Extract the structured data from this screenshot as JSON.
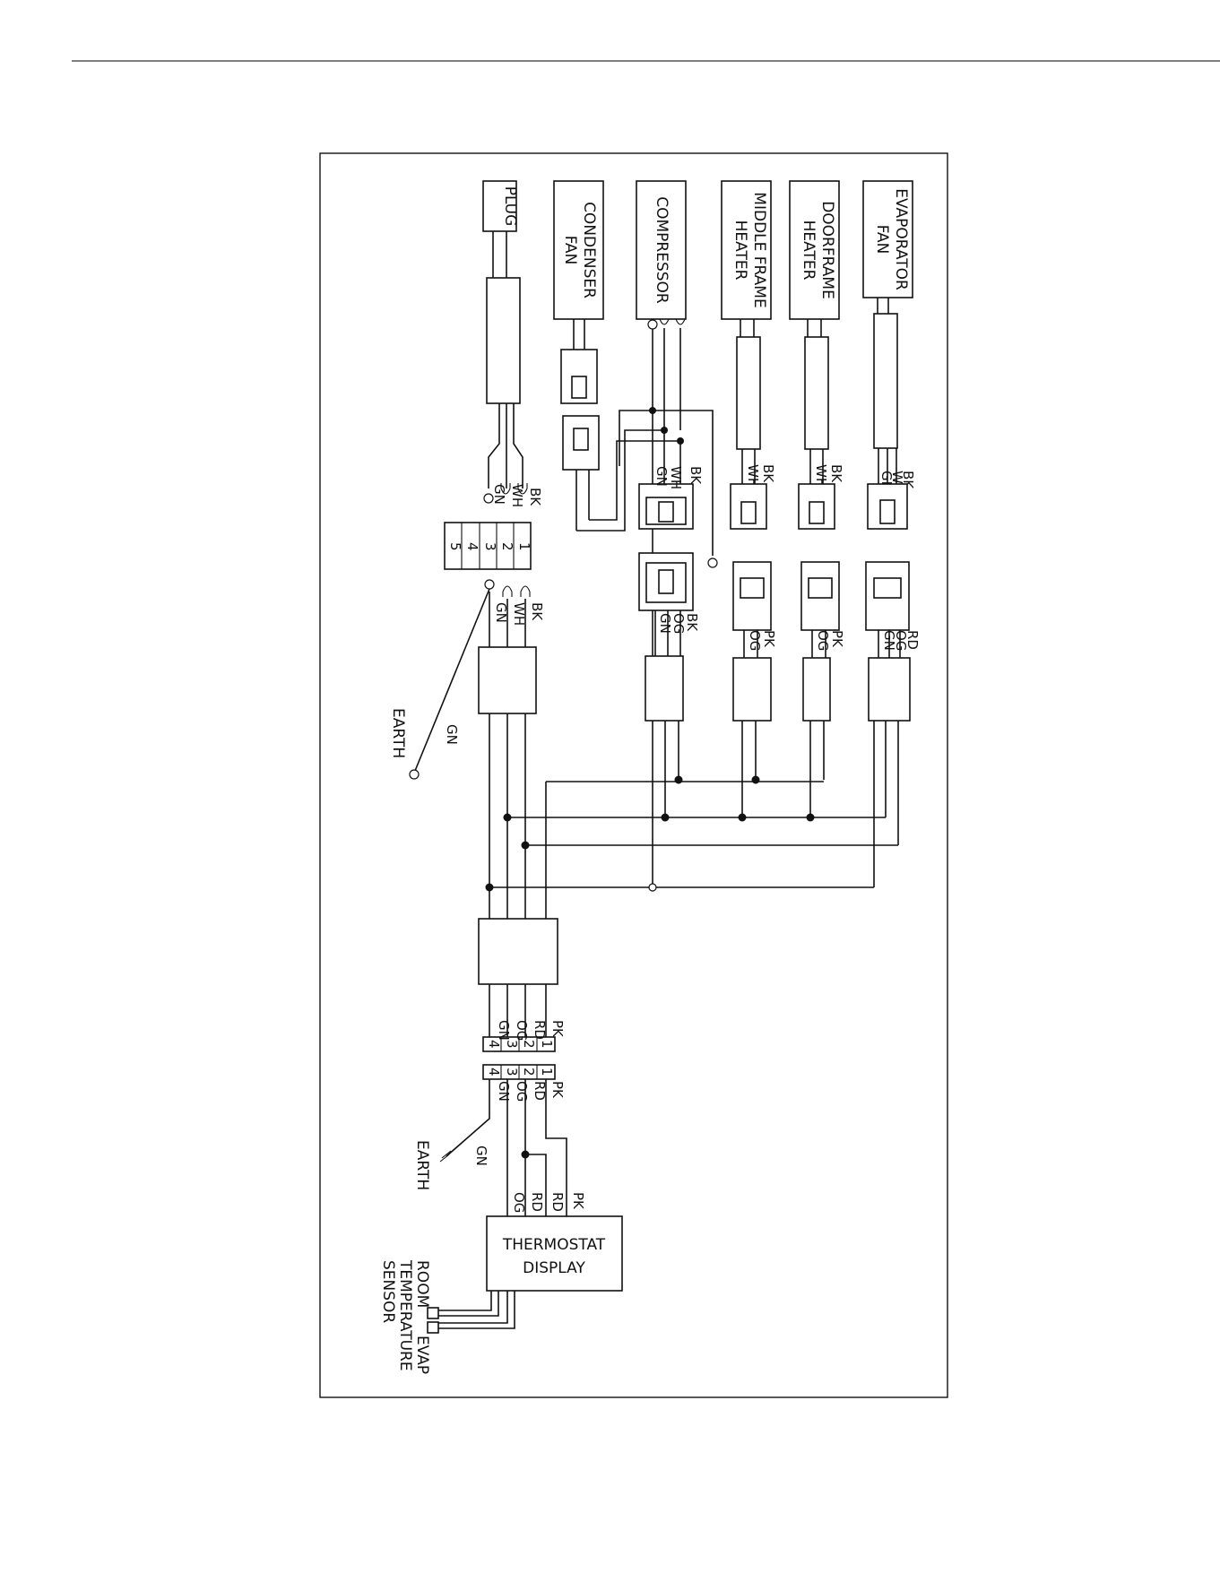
{
  "components": {
    "plug": "PLUG",
    "condenser_fan": [
      "CONDENSER",
      "FAN"
    ],
    "compressor": "COMPRESSOR",
    "middle_frame_heater": [
      "MIDDLE FRAME",
      "HEATER"
    ],
    "doorframe_heater": [
      "DOORFRAME",
      "HEATER"
    ],
    "evaporator_fan": [
      "EVAPORATOR",
      "FAN"
    ],
    "thermostat_display": [
      "THERMOSTAT",
      "DISPLAY"
    ]
  },
  "terminal_block_numbers": [
    "1",
    "2",
    "3",
    "4",
    "5"
  ],
  "wire_labels": {
    "plug": [
      "BK",
      "WH",
      "GN"
    ],
    "terminal_out": [
      "BK",
      "WH",
      "GN"
    ],
    "compressor_in": [
      "BK",
      "WH",
      "GN"
    ],
    "compressor_out": [
      "BK",
      "OG",
      "GN"
    ],
    "middle_heater_in": [
      "BK",
      "WH"
    ],
    "middle_heater_out": [
      "PK",
      "OG"
    ],
    "doorframe_heater_in": [
      "BK",
      "WH"
    ],
    "doorframe_heater_out": [
      "PK",
      "OG"
    ],
    "evap_fan_in": [
      "BK",
      "WH",
      "GN"
    ],
    "evap_fan_out": [
      "RD",
      "OG",
      "GN"
    ],
    "connector_a": [
      "PK",
      "RD",
      "OG",
      "GN"
    ],
    "connector_b": [
      "PK",
      "RD",
      "OG",
      "GN"
    ],
    "thermostat_in": [
      "PK",
      "RD",
      "RD",
      "OG"
    ],
    "earth_wire": "GN"
  },
  "connector_numbers": [
    "1",
    "2",
    "3",
    "4"
  ],
  "earth_label": "EARTH",
  "sensors": {
    "room": "ROOM",
    "evap": "EVAP",
    "caption": [
      "TEMPERATURE",
      "SENSOR"
    ]
  }
}
